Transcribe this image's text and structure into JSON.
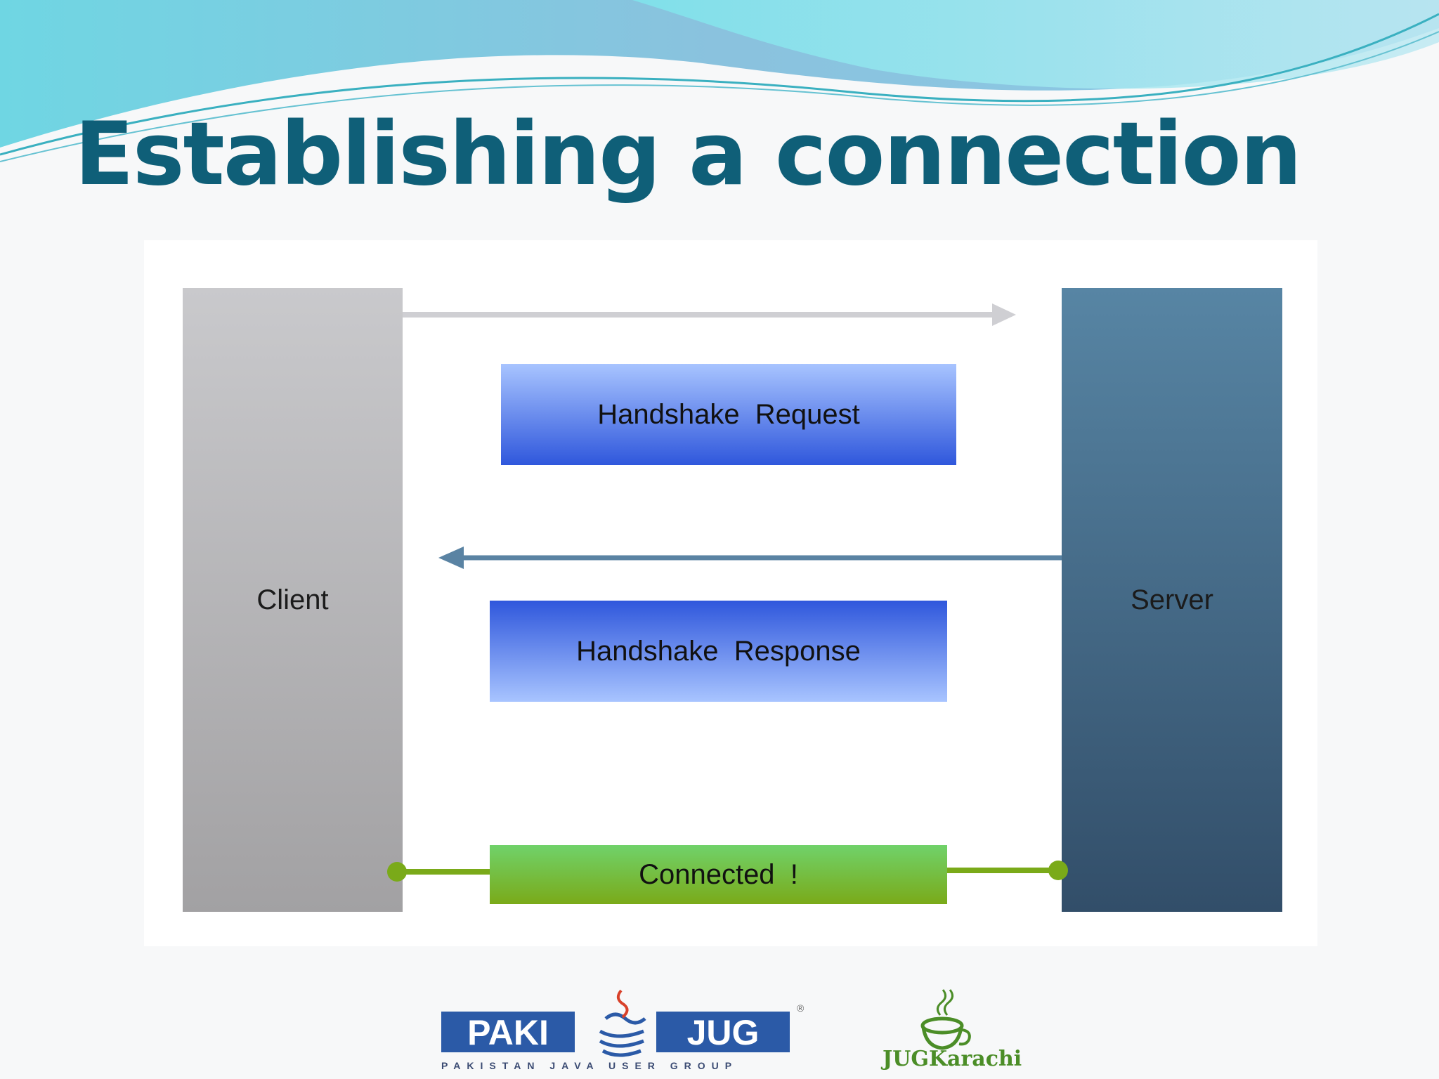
{
  "slide": {
    "title": "Establishing a connection"
  },
  "diagram": {
    "client_label": "Client",
    "server_label": "Server",
    "request_label": "Handshake  Request",
    "response_label": "Handshake  Response",
    "connected_label": "Connected  !",
    "colors": {
      "title": "#0f5f78",
      "request_arrow": "#cfcfd3",
      "response_arrow": "#5a83a3",
      "connected_line": "#7aaa19"
    }
  },
  "logos": {
    "paki_jug_tagline": "PAKISTAN JAVA USER GROUP",
    "paki_left": "PAKI",
    "paki_right": "JUG",
    "jug_karachi": "JUGKarachi"
  }
}
